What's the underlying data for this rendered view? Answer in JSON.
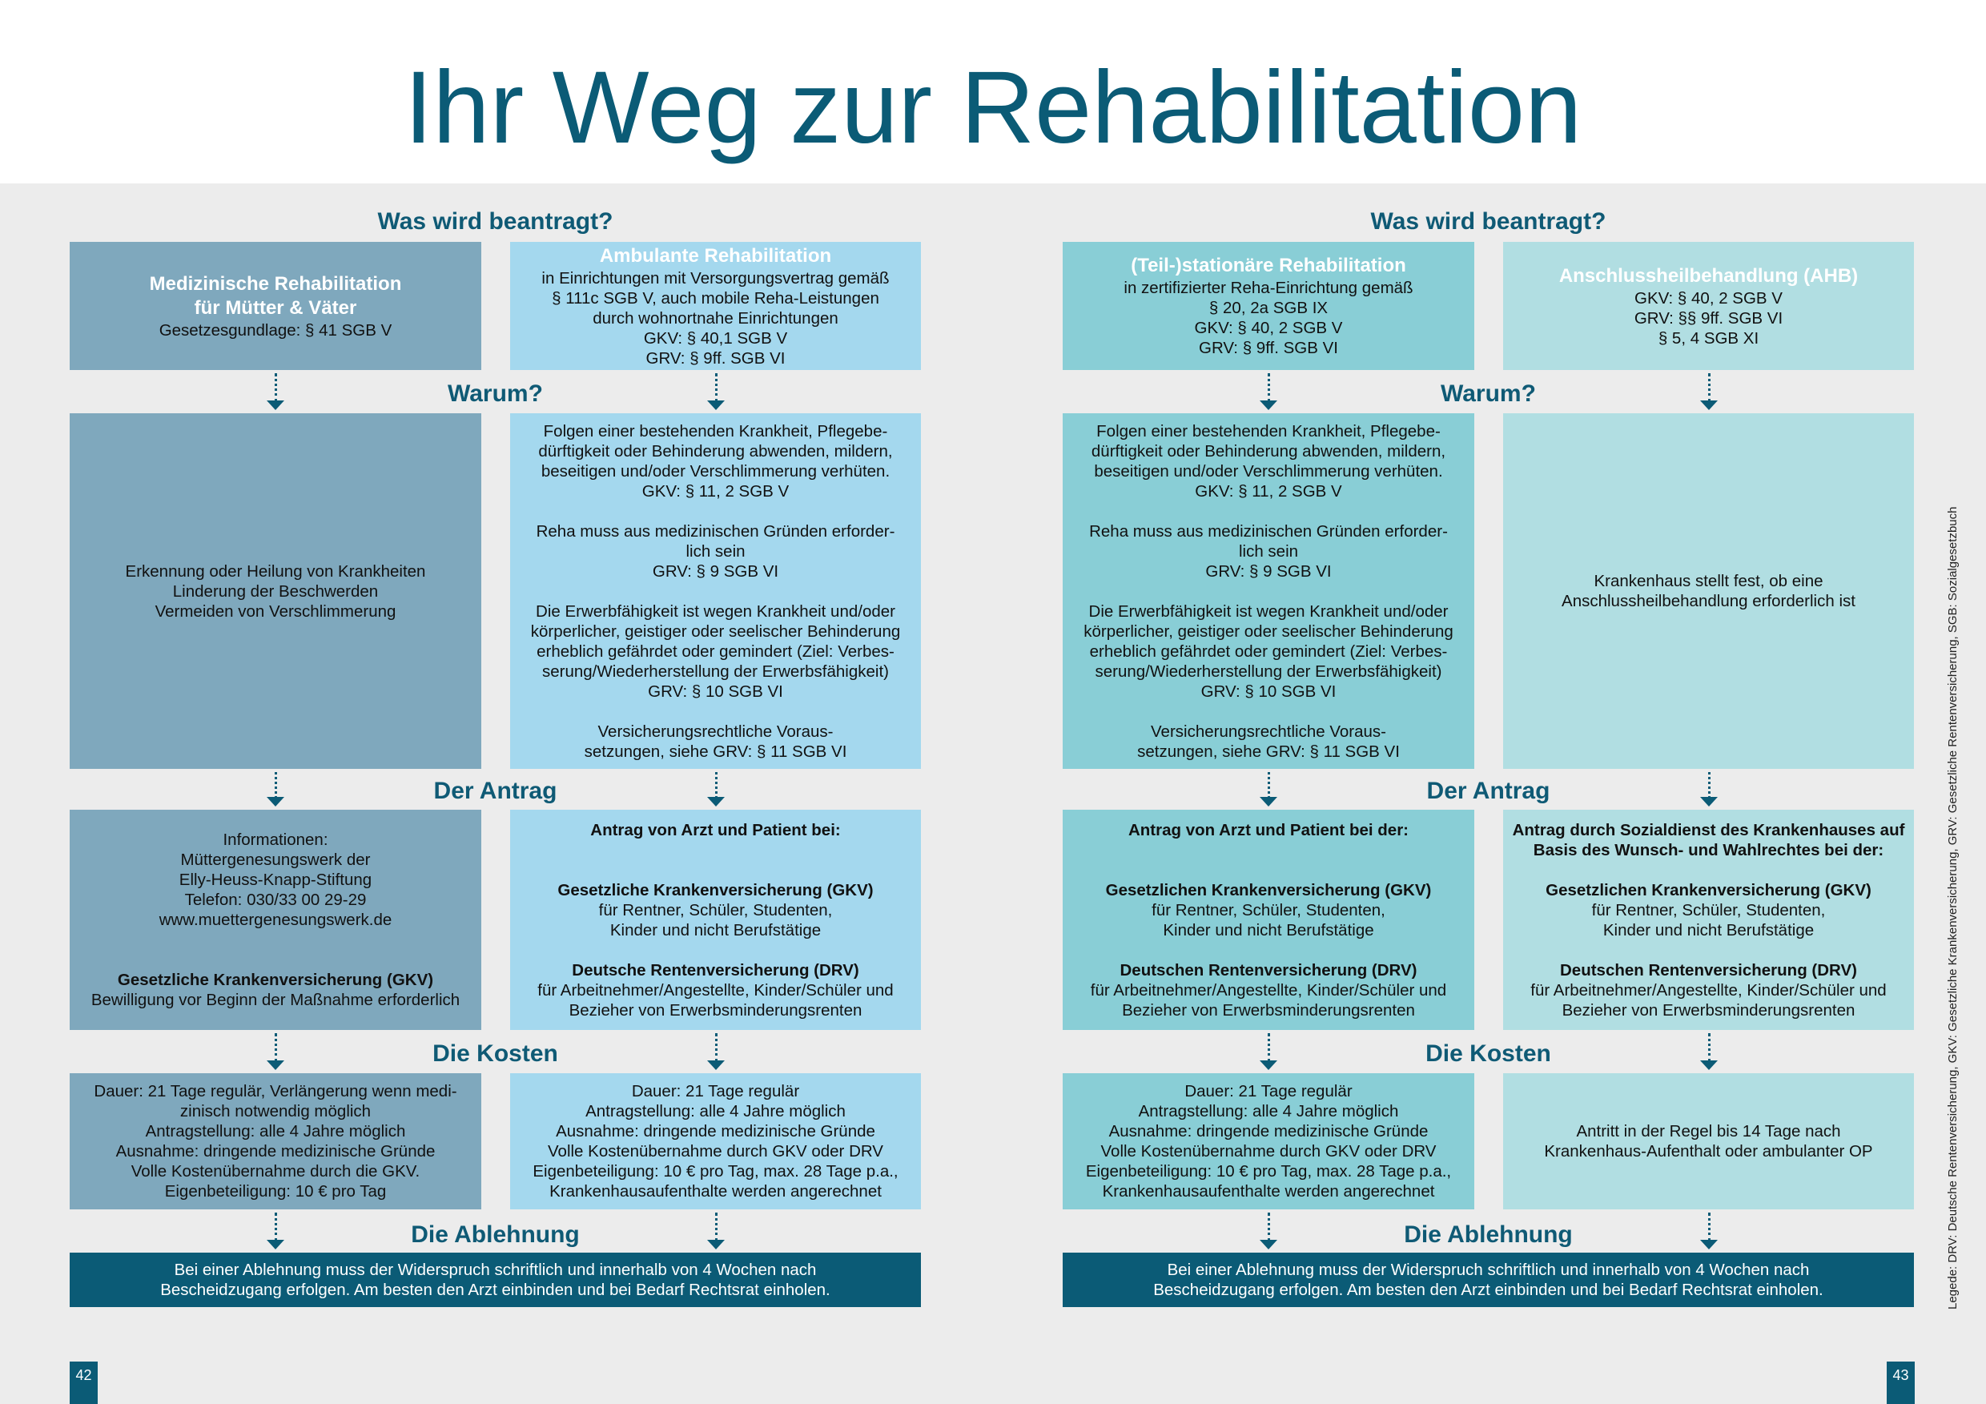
{
  "title": "Ihr Weg zur Rehabilitation",
  "legend": "Legede: DRV: Deutsche Rentenversicherung, GKV: Gesetzliche Krankenversicherung, GRV: Gesetzliche Rentenversicherung, SGB: Sozialgesetzbuch",
  "page_numbers": [
    "42",
    "43"
  ],
  "headings": {
    "beantragt": "Was wird beantragt?",
    "warum": "Warum?",
    "antrag": "Der Antrag",
    "kosten": "Die Kosten",
    "ablehnung": "Die Ablehnung"
  },
  "colors": {
    "dark": "#0b5b76",
    "col1": "#7fa8bd",
    "col2": "#a4d8ee",
    "col3": "#89ced6",
    "col4": "#b1dee2"
  },
  "rejection": [
    "Bei einer Ablehnung muss der Widerspruch schriftlich und innerhalb von 4 Wochen nach",
    "Bescheidzugang erfolgen. Am besten den Arzt einbinden und bei Bedarf Rechtsrat einholen."
  ],
  "columns": [
    {
      "rows": [
        [
          {
            "t": "Medizinische Rehabilitation",
            "s": "t"
          },
          {
            "t": "für Mütter & Väter",
            "s": "t"
          },
          {
            "t": "Gesetzesgundlage: § 41 SGB V"
          }
        ],
        [
          {
            "t": "Erkennung oder Heilung von Krankheiten"
          },
          {
            "t": "Linderung der Beschwerden"
          },
          {
            "t": "Vermeiden von Verschlimmerung"
          }
        ],
        [
          {
            "t": "Informationen:"
          },
          {
            "t": "Müttergenesungswerk der"
          },
          {
            "t": "Elly-Heuss-Knapp-Stiftung"
          },
          {
            "t": "Telefon: 030/33 00 29-29"
          },
          {
            "t": "www.muettergenesungswerk.de"
          },
          {
            "t": "",
            "s": "sp"
          },
          {
            "t": "",
            "s": "sp"
          },
          {
            "t": "Gesetzliche Krankenversicherung (GKV)",
            "s": "b"
          },
          {
            "t": "Bewilligung vor Beginn der Maßnahme erforderlich"
          }
        ],
        [
          {
            "t": "Dauer: 21 Tage regulär, Verlängerung wenn medi-"
          },
          {
            "t": "zinisch notwendig möglich"
          },
          {
            "t": "Antragstellung: alle 4 Jahre möglich"
          },
          {
            "t": "Ausnahme: dringende medizinische Gründe"
          },
          {
            "t": "Volle Kostenübernahme durch die GKV."
          },
          {
            "t": "Eigenbeteiligung: 10 € pro Tag"
          }
        ]
      ]
    },
    {
      "rows": [
        [
          {
            "t": "Ambulante Rehabilitation",
            "s": "t"
          },
          {
            "t": "in Einrichtungen mit Versorgungsvertrag gemäß"
          },
          {
            "t": "§ 111c SGB V, auch mobile Reha-Leistungen"
          },
          {
            "t": "durch wohnortnahe Einrichtungen"
          },
          {
            "t": "GKV: § 40,1 SGB V"
          },
          {
            "t": "GRV: § 9ff. SGB VI"
          }
        ],
        [
          {
            "t": "Folgen einer bestehenden Krankheit, Pflegebe-"
          },
          {
            "t": "dürftigkeit oder Behinderung abwenden, mildern,"
          },
          {
            "t": "beseitigen und/oder Verschlimmerung verhüten."
          },
          {
            "t": "GKV: § 11, 2 SGB V"
          },
          {
            "t": "",
            "s": "sp"
          },
          {
            "t": "Reha muss aus medizinischen Gründen erforder-"
          },
          {
            "t": "lich sein"
          },
          {
            "t": "GRV: § 9 SGB VI"
          },
          {
            "t": "",
            "s": "sp"
          },
          {
            "t": "Die Erwerbfähigkeit ist wegen Krankheit und/oder"
          },
          {
            "t": "körperlicher, geistiger oder seelischer Behinderung"
          },
          {
            "t": "erheblich gefährdet oder gemindert (Ziel: Verbes-"
          },
          {
            "t": "serung/Wiederherstellung der Erwerbsfähigkeit)"
          },
          {
            "t": "GRV: § 10 SGB VI"
          },
          {
            "t": "",
            "s": "sp"
          },
          {
            "t": "Versicherungsrechtliche Voraus-"
          },
          {
            "t": "setzungen, siehe GRV: § 11 SGB VI"
          }
        ],
        [
          {
            "t": "Antrag von Arzt und Patient bei:",
            "s": "b"
          },
          {
            "t": "",
            "s": "sp"
          },
          {
            "t": "",
            "s": "sp"
          },
          {
            "t": "Gesetzliche Krankenversicherung (GKV)",
            "s": "b"
          },
          {
            "t": "für Rentner, Schüler, Studenten,"
          },
          {
            "t": "Kinder und nicht Berufstätige"
          },
          {
            "t": "",
            "s": "sp"
          },
          {
            "t": "Deutsche Rentenversicherung (DRV)",
            "s": "b"
          },
          {
            "t": "für Arbeitnehmer/Angestellte, Kinder/Schüler und"
          },
          {
            "t": "Bezieher von Erwerbsminderungsrenten"
          }
        ],
        [
          {
            "t": "Dauer: 21 Tage regulär"
          },
          {
            "t": "Antragstellung: alle 4 Jahre möglich"
          },
          {
            "t": "Ausnahme: dringende medizinische Gründe"
          },
          {
            "t": "Volle Kostenübernahme durch GKV oder DRV"
          },
          {
            "t": "Eigenbeteiligung: 10 € pro Tag, max. 28 Tage p.a.,"
          },
          {
            "t": "Krankenhausaufenthalte werden angerechnet"
          }
        ]
      ]
    },
    {
      "rows": [
        [
          {
            "t": "(Teil-)stationäre Rehabilitation",
            "s": "t"
          },
          {
            "t": "in zertifizierter Reha-Einrichtung gemäß"
          },
          {
            "t": "§ 20, 2a SGB IX"
          },
          {
            "t": "GKV: § 40, 2 SGB V"
          },
          {
            "t": "GRV: § 9ff. SGB VI"
          }
        ],
        [
          {
            "t": "Folgen einer bestehenden Krankheit, Pflegebe-"
          },
          {
            "t": "dürftigkeit oder Behinderung abwenden, mildern,"
          },
          {
            "t": "beseitigen und/oder Verschlimmerung verhüten."
          },
          {
            "t": "GKV: § 11, 2 SGB V"
          },
          {
            "t": "",
            "s": "sp"
          },
          {
            "t": "Reha muss aus medizinischen Gründen erforder-"
          },
          {
            "t": "lich sein"
          },
          {
            "t": "GRV: § 9 SGB VI"
          },
          {
            "t": "",
            "s": "sp"
          },
          {
            "t": "Die Erwerbfähigkeit ist wegen Krankheit und/oder"
          },
          {
            "t": "körperlicher, geistiger oder seelischer Behinderung"
          },
          {
            "t": "erheblich gefährdet oder gemindert (Ziel: Verbes-"
          },
          {
            "t": "serung/Wiederherstellung der Erwerbsfähigkeit)"
          },
          {
            "t": "GRV: § 10 SGB VI"
          },
          {
            "t": "",
            "s": "sp"
          },
          {
            "t": "Versicherungsrechtliche Voraus-"
          },
          {
            "t": "setzungen, siehe GRV: § 11 SGB VI"
          }
        ],
        [
          {
            "t": "Antrag von Arzt und Patient bei der:",
            "s": "b"
          },
          {
            "t": "",
            "s": "sp"
          },
          {
            "t": "",
            "s": "sp"
          },
          {
            "t": "Gesetzlichen Krankenversicherung (GKV)",
            "s": "b"
          },
          {
            "t": "für Rentner, Schüler, Studenten,"
          },
          {
            "t": "Kinder und nicht Berufstätige"
          },
          {
            "t": "",
            "s": "sp"
          },
          {
            "t": "Deutschen Rentenversicherung (DRV)",
            "s": "b"
          },
          {
            "t": "für Arbeitnehmer/Angestellte, Kinder/Schüler und"
          },
          {
            "t": "Bezieher von Erwerbsminderungsrenten"
          }
        ],
        [
          {
            "t": "Dauer: 21 Tage regulär"
          },
          {
            "t": "Antragstellung: alle 4 Jahre möglich"
          },
          {
            "t": "Ausnahme: dringende medizinische Gründe"
          },
          {
            "t": "Volle Kostenübernahme durch GKV oder DRV"
          },
          {
            "t": "Eigenbeteiligung: 10 € pro Tag, max. 28 Tage p.a.,"
          },
          {
            "t": "Krankenhausaufenthalte werden angerechnet"
          }
        ]
      ]
    },
    {
      "rows": [
        [
          {
            "t": "Anschlussheilbehandlung (AHB)",
            "s": "t"
          },
          {
            "t": "GKV: § 40, 2 SGB V"
          },
          {
            "t": "GRV: §§ 9ff. SGB VI"
          },
          {
            "t": "§ 5, 4 SGB XI"
          }
        ],
        [
          {
            "t": "Krankenhaus stellt fest, ob eine"
          },
          {
            "t": "Anschlussheilbehandlung erforderlich ist"
          }
        ],
        [
          {
            "t": "Antrag durch Sozialdienst des Krankenhauses auf",
            "s": "b"
          },
          {
            "t": "Basis des Wunsch- und Wahlrechtes bei der:",
            "s": "b"
          },
          {
            "t": "",
            "s": "sp"
          },
          {
            "t": "Gesetzlichen Krankenversicherung (GKV)",
            "s": "b"
          },
          {
            "t": "für Rentner, Schüler, Studenten,"
          },
          {
            "t": "Kinder und nicht Berufstätige"
          },
          {
            "t": "",
            "s": "sp"
          },
          {
            "t": "Deutschen Rentenversicherung (DRV)",
            "s": "b"
          },
          {
            "t": "für Arbeitnehmer/Angestellte, Kinder/Schüler und"
          },
          {
            "t": "Bezieher von Erwerbsminderungsrenten"
          }
        ],
        [
          {
            "t": "Antritt in der Regel bis 14 Tage nach"
          },
          {
            "t": "Krankenhaus-Aufenthalt oder ambulanter OP"
          }
        ]
      ]
    }
  ]
}
